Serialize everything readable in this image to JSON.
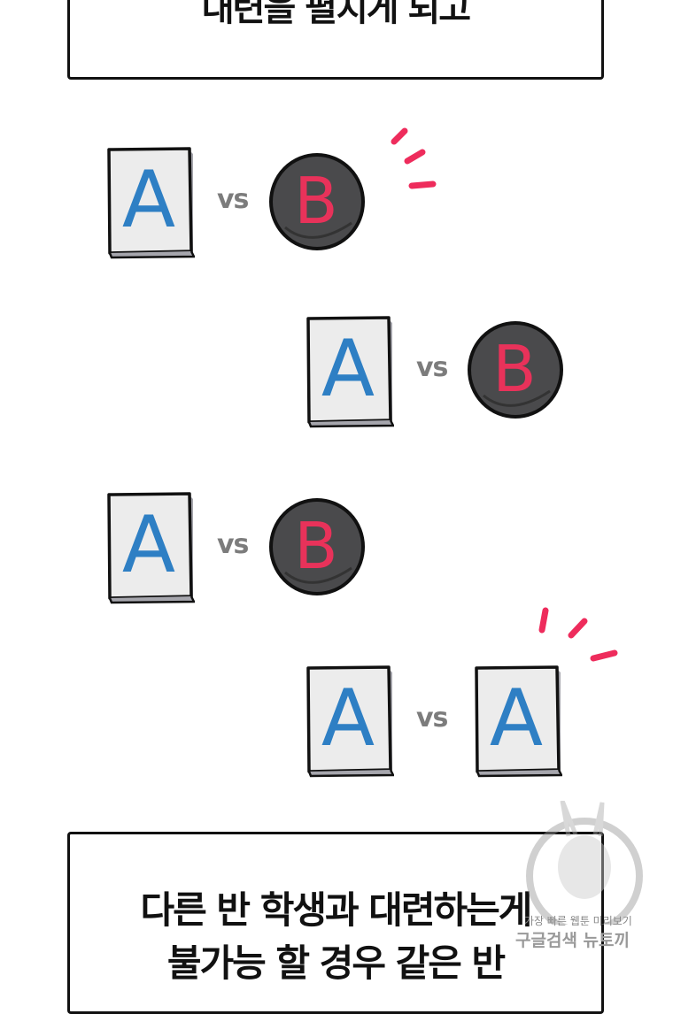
{
  "top_caption": "대련을 펼치게 되고",
  "bottom_caption": {
    "line1": "다른 반 학생과 대련하는게",
    "line2": "불가능 할 경우 같은 반"
  },
  "matchups": [
    {
      "left": "A",
      "vs": "vs",
      "right": "B",
      "highlight": true
    },
    {
      "left": "A",
      "vs": "vs",
      "right": "B",
      "highlight": false
    },
    {
      "left": "A",
      "vs": "vs",
      "right": "B",
      "highlight": false
    },
    {
      "left": "A",
      "vs": "vs",
      "right": "A",
      "highlight": true
    }
  ],
  "watermark": {
    "line1": "가장 빠른 웹툰 미리보기",
    "line2": "구글검색 뉴토끼"
  },
  "colors": {
    "letter_a": "#2e7fc4",
    "letter_b": "#e8325a",
    "coin": "#4a4a4c",
    "card": "#ececec",
    "mark": "#ee2c5c"
  }
}
